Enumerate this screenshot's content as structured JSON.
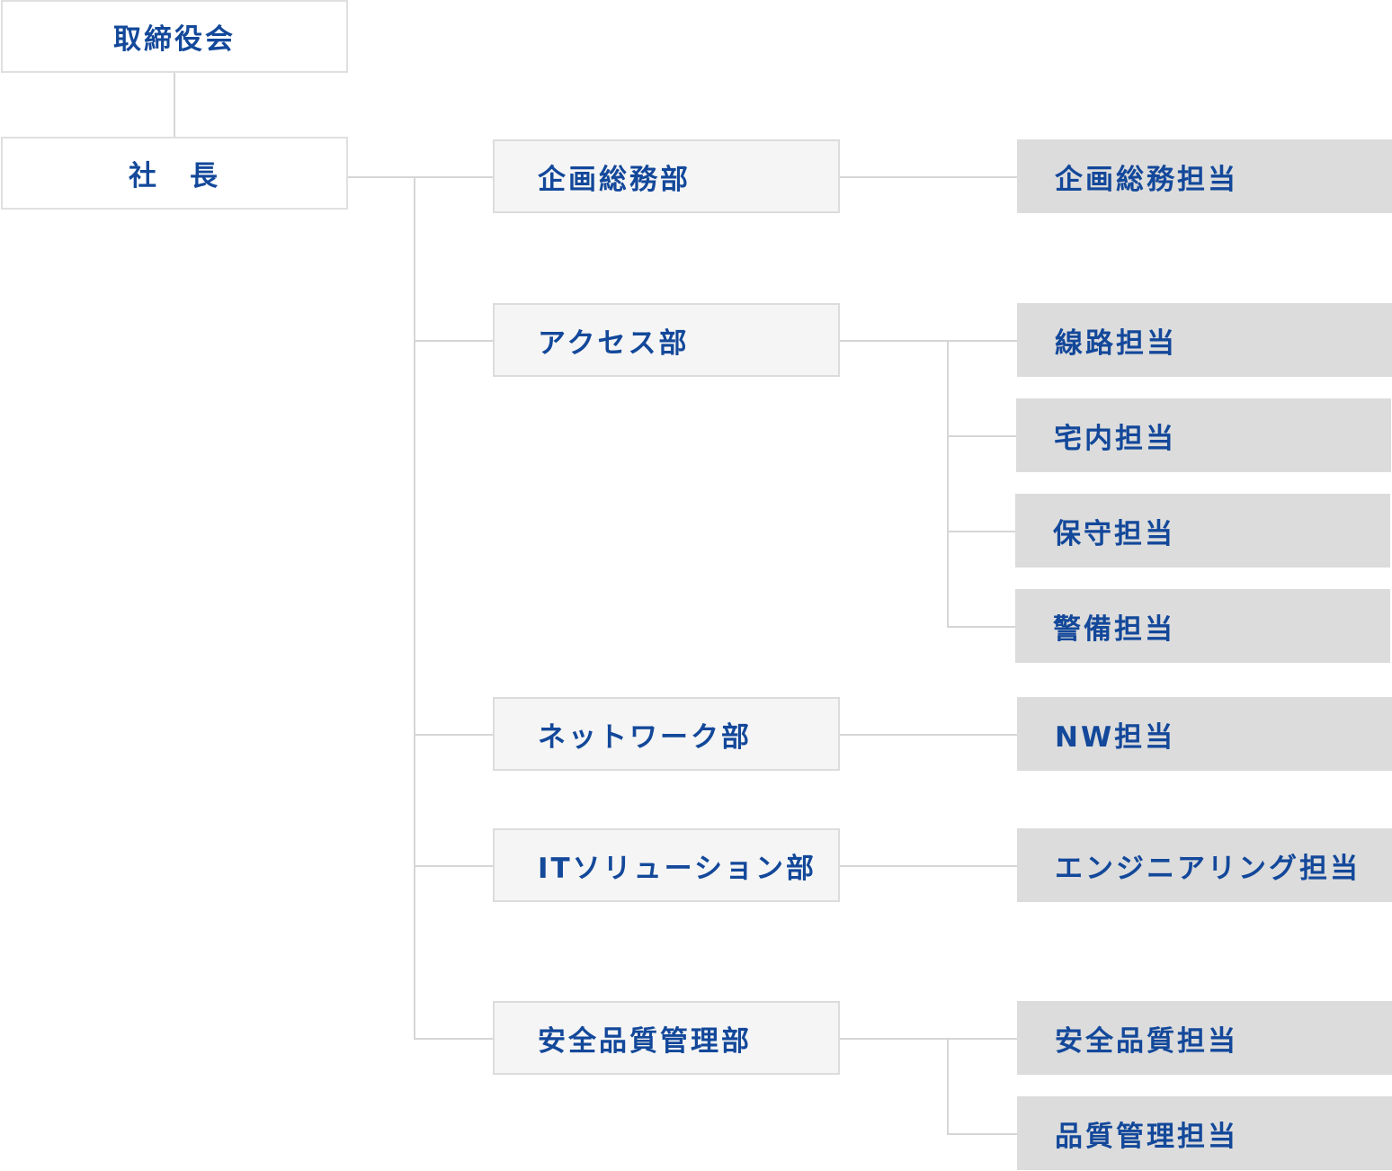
{
  "board": "取締役会",
  "president": "社　長",
  "departments": [
    {
      "name": "企画総務部",
      "units": [
        "企画総務担当"
      ]
    },
    {
      "name": "アクセス部",
      "units": [
        "線路担当",
        "宅内担当",
        "保守担当",
        "警備担当"
      ]
    },
    {
      "name": "ネットワーク部",
      "units": [
        "NW担当"
      ]
    },
    {
      "name": "ITソリューション部",
      "units": [
        "エンジニアリング担当"
      ]
    },
    {
      "name": "安全品質管理部",
      "units": [
        "安全品質担当",
        "品質管理担当"
      ]
    }
  ]
}
